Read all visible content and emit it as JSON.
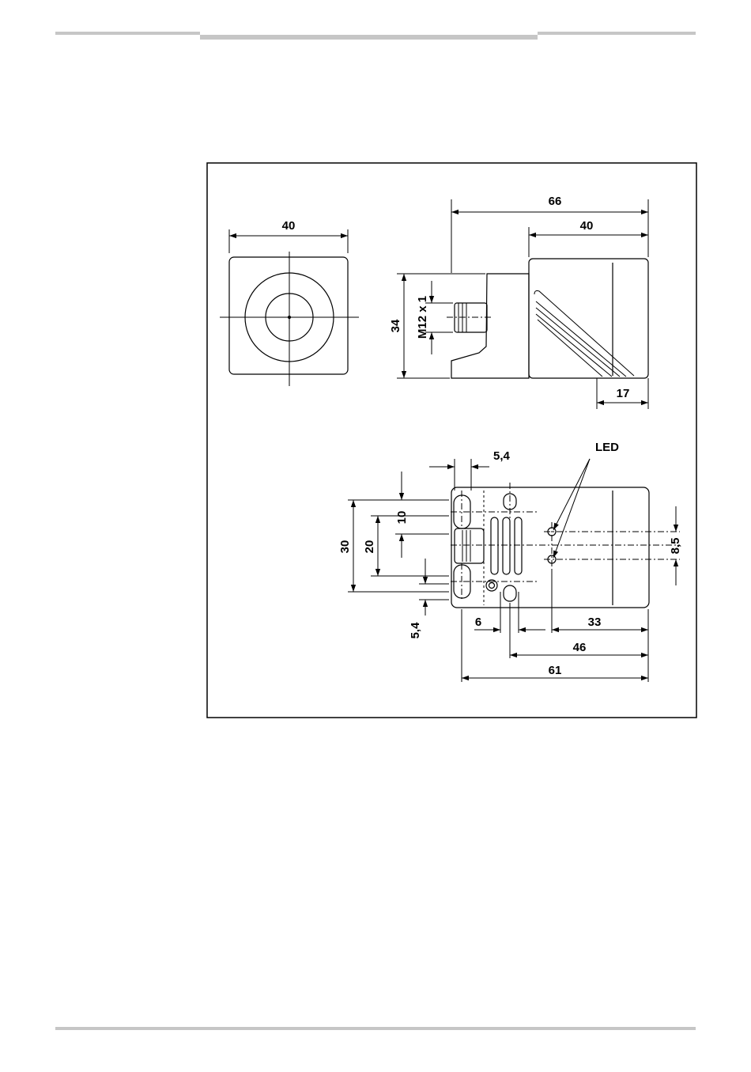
{
  "drawing": {
    "front_view": {
      "width": "40"
    },
    "side_view": {
      "length": "66",
      "head_length": "40",
      "height": "34",
      "thread": "M12 x 1",
      "led_offset": "17"
    },
    "top_view": {
      "led_label": "LED",
      "hole_dia": "5,4",
      "hole_dia_2": "5,4",
      "pitch_10": "10",
      "pitch_20": "20",
      "pitch_30": "30",
      "led_spacing": "8,5",
      "dim_6": "6",
      "dim_33": "33",
      "dim_46": "46",
      "dim_61": "61"
    }
  }
}
